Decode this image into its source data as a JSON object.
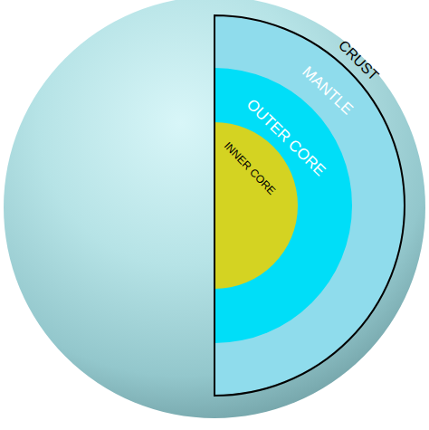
{
  "diagram": {
    "nodes": [
      {
        "text": [
          "CRUST"
        ]
      },
      {
        "text": [
          "MANTLE"
        ],
        "in": 0
      },
      {
        "text": [
          "OUTER CORE"
        ],
        "in": 1
      },
      {
        "text": [
          "INNER CORE"
        ],
        "in": 2
      }
    ]
  }
}
